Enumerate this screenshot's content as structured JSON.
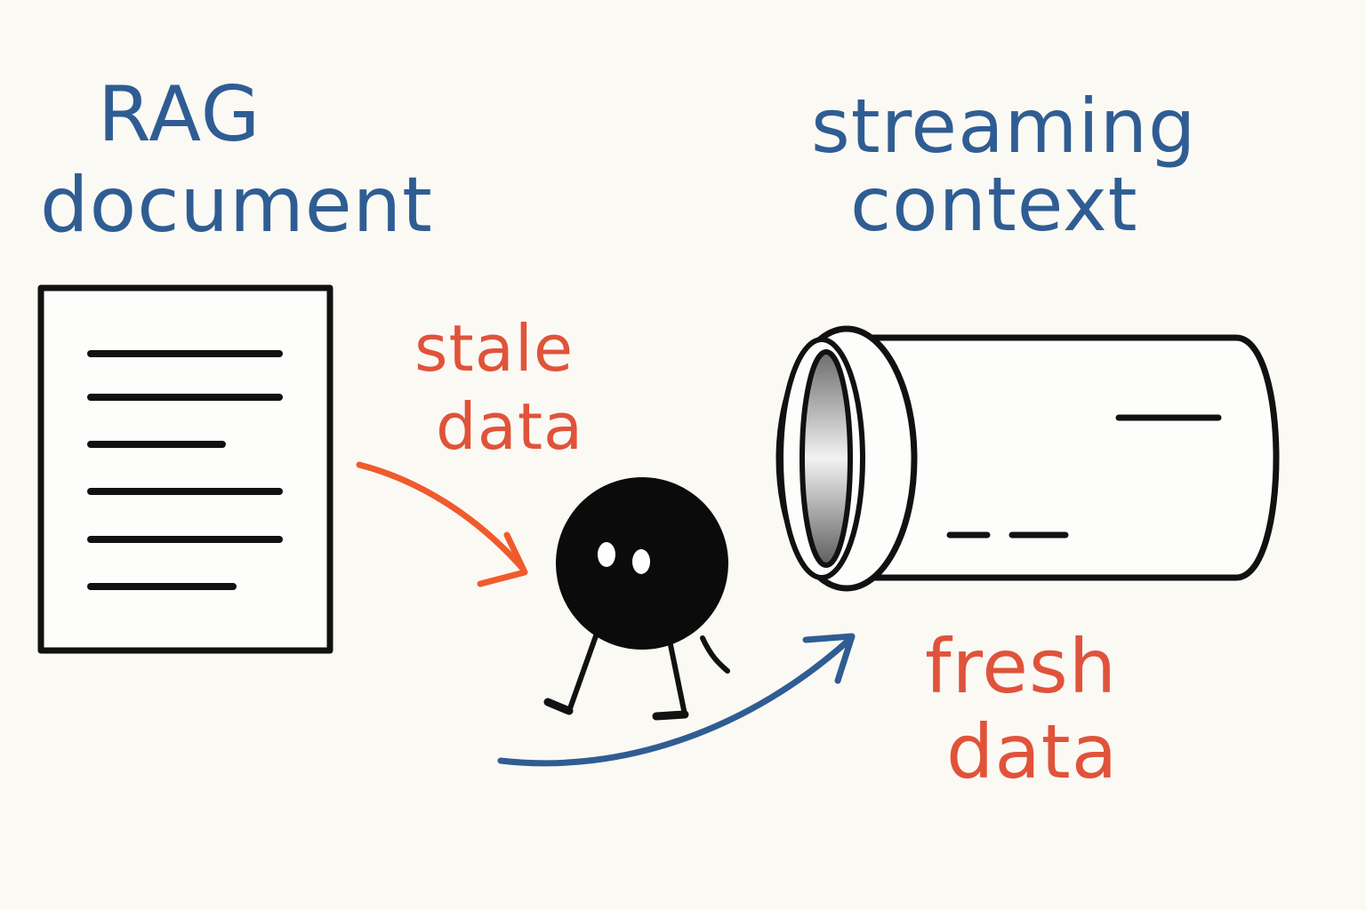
{
  "labels": {
    "rag_line1": "RAG",
    "rag_line2": "document",
    "streaming_line1": "streaming",
    "streaming_line2": "context",
    "stale_line1": "stale",
    "stale_line2": "data",
    "fresh_line1": "fresh",
    "fresh_line2": "data"
  },
  "colors": {
    "background": "#fbf9f4",
    "heading_blue": "#2f5d93",
    "accent_red": "#e0533a",
    "ink": "#111111",
    "orange_arrow": "#ef5b2d",
    "blue_arrow": "#2f5d93"
  },
  "icons": {
    "document": "document-icon",
    "pipe": "pipe-icon",
    "character": "blob-character-icon"
  }
}
